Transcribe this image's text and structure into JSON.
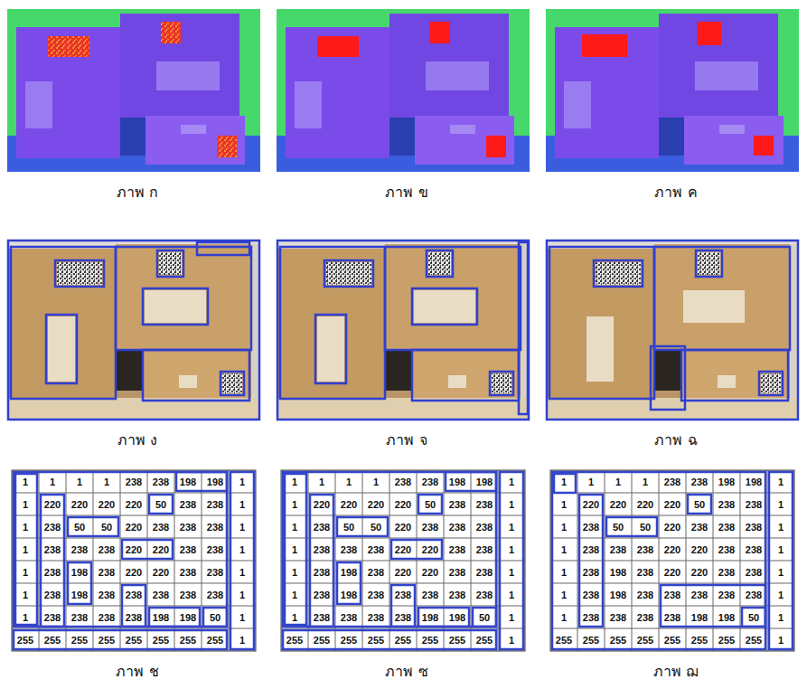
{
  "diagram": {
    "nodes": [
      {
        "text": [
          "ภาพ ก"
        ]
      },
      {
        "text": [
          "ภาพ ข"
        ]
      },
      {
        "text": [
          "ภาพ ค"
        ]
      },
      {
        "text": [
          "ภาพ ง"
        ]
      },
      {
        "text": [
          "ภาพ จ"
        ]
      },
      {
        "text": [
          "ภาพ ฉ"
        ]
      },
      {
        "text": [
          "ภาพ ช"
        ]
      },
      {
        "text": [
          "ภาพ ซ"
        ]
      },
      {
        "text": [
          "ภาพ ฌ"
        ]
      }
    ],
    "labels": [
      "1",
      "1",
      "1",
      "1",
      "238",
      "238",
      "198",
      "198",
      "1",
      "1",
      "220",
      "220",
      "220",
      "220",
      "50",
      "238",
      "238",
      "1",
      "1",
      "238",
      "50",
      "50",
      "220",
      "238",
      "238",
      "238",
      "1",
      "1",
      "238",
      "238",
      "238",
      "220",
      "220",
      "238",
      "238",
      "1",
      "1",
      "238",
      "198",
      "238",
      "220",
      "220",
      "238",
      "238",
      "1",
      "1",
      "238",
      "198",
      "238",
      "238",
      "238",
      "238",
      "238",
      "1",
      "1",
      "238",
      "238",
      "238",
      "238",
      "198",
      "198",
      "50",
      "1",
      "255",
      "255",
      "255",
      "255",
      "255",
      "255",
      "255",
      "255",
      "1",
      "1",
      "1",
      "1",
      "1",
      "238",
      "238",
      "198",
      "198",
      "1",
      "1",
      "220",
      "220",
      "220",
      "220",
      "50",
      "238",
      "238",
      "1",
      "1",
      "238",
      "50",
      "50",
      "220",
      "238",
      "238",
      "238",
      "1",
      "1",
      "238",
      "238",
      "238",
      "220",
      "220",
      "238",
      "238",
      "1",
      "1",
      "238",
      "198",
      "238",
      "220",
      "220",
      "238",
      "238",
      "1",
      "1",
      "238",
      "198",
      "238",
      "238",
      "238",
      "238",
      "238",
      "1",
      "1",
      "238",
      "238",
      "238",
      "238",
      "198",
      "198",
      "50",
      "1",
      "255",
      "255",
      "255",
      "255",
      "255",
      "255",
      "255",
      "255",
      "1",
      "1",
      "1",
      "1",
      "1",
      "238",
      "238",
      "198",
      "198",
      "1",
      "1",
      "220",
      "220",
      "220",
      "220",
      "50",
      "238",
      "238",
      "1",
      "1",
      "238",
      "50",
      "50",
      "220",
      "238",
      "238",
      "238",
      "1",
      "1",
      "238",
      "238",
      "238",
      "220",
      "220",
      "238",
      "238",
      "1",
      "1",
      "238",
      "198",
      "238",
      "220",
      "220",
      "238",
      "238",
      "1",
      "1",
      "238",
      "198",
      "238",
      "238",
      "238",
      "238",
      "238",
      "1",
      "1",
      "238",
      "238",
      "238",
      "238",
      "198",
      "198",
      "50",
      "1",
      "255",
      "255",
      "255",
      "255",
      "255",
      "255",
      "255",
      "255",
      "1"
    ]
  }
}
